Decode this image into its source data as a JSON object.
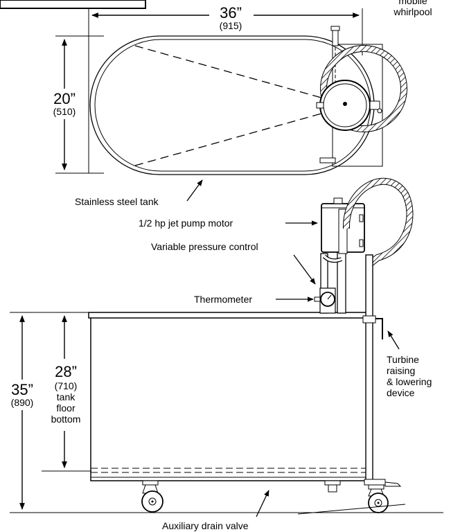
{
  "top_view": {
    "width_dim": "36”",
    "width_dim_mm": "(915)",
    "depth_dim": "20”",
    "depth_dim_mm": "(510)",
    "corner_label_line1": "mobile",
    "corner_label_line2": "whirlpool"
  },
  "callouts": {
    "tank": "Stainless steel tank",
    "motor": "1/2 hp jet pump motor",
    "pressure": "Variable pressure control",
    "thermometer": "Thermometer",
    "turbine_line1": "Turbine",
    "turbine_line2": "raising",
    "turbine_line3": "& lowering",
    "turbine_line4": "device",
    "drain": "Auxiliary drain valve"
  },
  "side_view": {
    "total_height": "35”",
    "total_height_mm": "(890)",
    "floor_height": "28”",
    "floor_height_mm": "(710)",
    "floor_note_line1": "tank",
    "floor_note_line2": "floor",
    "floor_note_line3": "bottom"
  }
}
